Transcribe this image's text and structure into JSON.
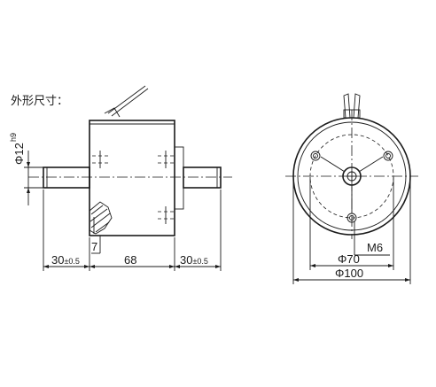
{
  "title": "外形尺寸：",
  "dimensions": {
    "shaft_diameter": "Φ12",
    "shaft_tolerance": "h9",
    "left_shaft_length": "30",
    "left_shaft_tolerance": "±0.5",
    "body_length": "68",
    "right_shaft_length": "30",
    "right_shaft_tolerance": "±0.5",
    "detail_label": "7",
    "thread": "M6",
    "bolt_circle": "Φ70",
    "outer_diameter": "Φ100"
  }
}
